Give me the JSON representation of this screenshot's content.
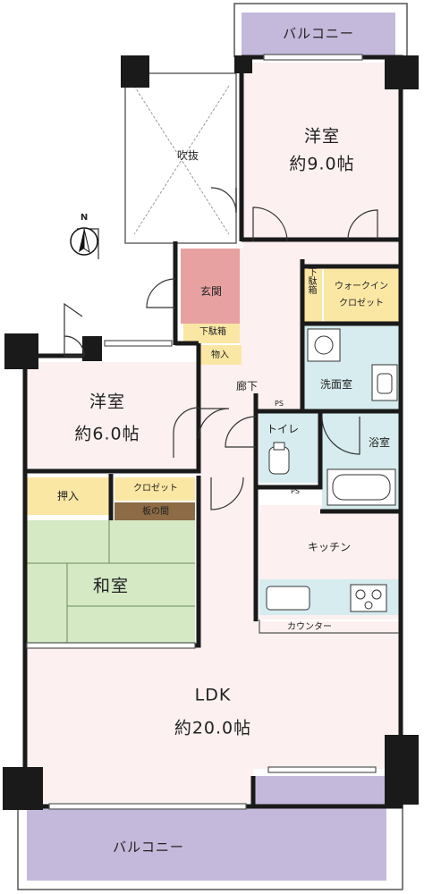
{
  "rooms": {
    "balcony_top": "バルコニー",
    "fukinuke": "吹抜",
    "western_9": {
      "name": "洋室",
      "area": "約9.0帖"
    },
    "genkan": "玄関",
    "geta_vertical": "下駄箱",
    "walkin": {
      "line1": "ウォークイン",
      "line2": "クロゼット"
    },
    "geta_horizontal": "下駄箱",
    "monoire": "物入",
    "rouka": "廊下",
    "senmen": "洗面室",
    "western_6": {
      "name": "洋室",
      "area": "約6.0帖"
    },
    "ps_top": "PS",
    "toilet": "トイレ",
    "yokushitsu": "浴室",
    "oshiire": "押入",
    "closet": "クロゼット",
    "itanoma": "板の間",
    "ps_bottom": "PS",
    "kitchen": "キッチン",
    "washitsu": "和室",
    "counter": "カウンター",
    "ldk": {
      "name": "LDK",
      "area": "約20.0帖"
    },
    "balcony_bottom": "バルコニー"
  },
  "compass": {
    "label": "N"
  },
  "colors": {
    "wall": "#1a1a1a",
    "balcony": "#c4b9db",
    "western": "#fcf0f0",
    "genkan": "#e7a1a1",
    "storage": "#fbe7a4",
    "wet": "#d6ecee",
    "washitsu": "#d4e9c4",
    "itanoma": "#8c6b45"
  }
}
